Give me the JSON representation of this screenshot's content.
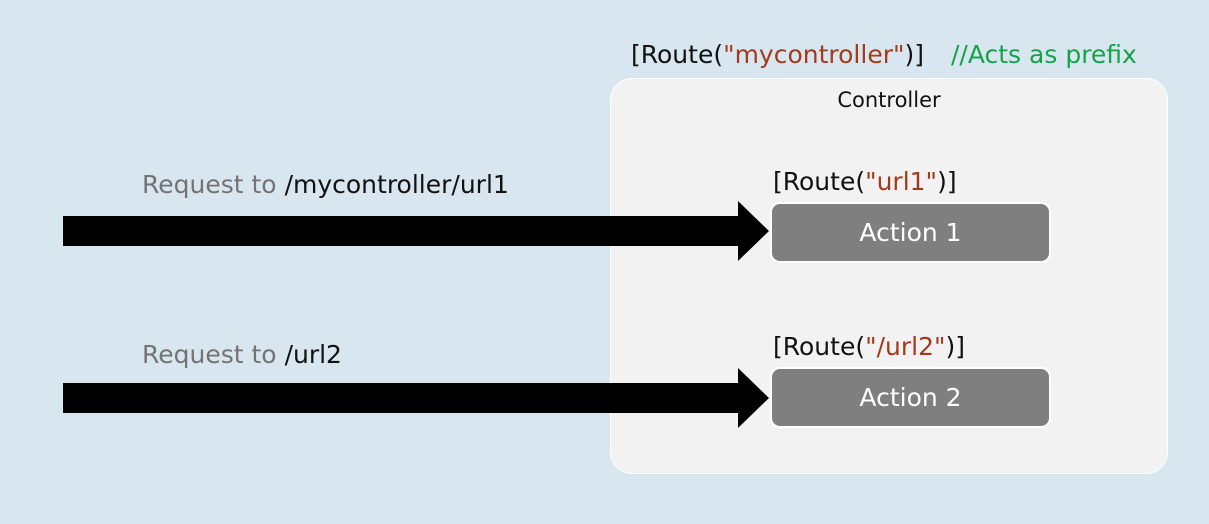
{
  "controller": {
    "route_prefix_open": "[Route(",
    "route_prefix_value": "\"mycontroller\"",
    "route_prefix_close": ")]",
    "prefix_comment": "//Acts as prefix",
    "title": "Controller"
  },
  "actions": [
    {
      "label": "Action 1",
      "route_open": "[Route(",
      "route_value": "\"url1\"",
      "route_close": ")]",
      "request_prefix": "Request to",
      "request_path": "/mycontroller/url1"
    },
    {
      "label": "Action 2",
      "route_open": "[Route(",
      "route_value": "\"/url2\"",
      "route_close": ")]",
      "request_prefix": "Request to",
      "request_path": "/url2"
    }
  ],
  "colors": {
    "background": "#d8e7ef",
    "controller_fill": "#f2f2f2",
    "action_fill": "#7f7f7f",
    "string_literal": "#a33a1c",
    "comment": "#14a24a",
    "arrow": "#000000"
  }
}
